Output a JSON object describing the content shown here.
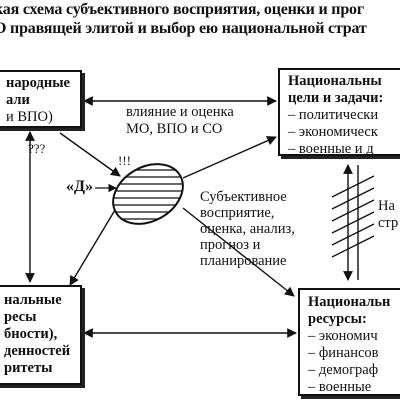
{
  "title": {
    "line1": "кая схема субъективного восприятия, оценки и прог",
    "line2": "О правящей элитой и выбор ею национальной страт"
  },
  "boxes": {
    "top_left": {
      "lines": [
        "народные",
        "али",
        "и ВПО)"
      ]
    },
    "top_right": {
      "heading": [
        "Национальны",
        "цели и задачи:"
      ],
      "items": [
        "– политически",
        "– экономическ",
        "– военные и д"
      ]
    },
    "bottom_left": {
      "lines": [
        "нальные",
        "ресы",
        "бности),",
        "денностей",
        "ритеты"
      ]
    },
    "bottom_right": {
      "heading": [
        "Национальн",
        "ресурсы:"
      ],
      "items": [
        "– экономич",
        "– финансов",
        "– демограф",
        "– военные"
      ]
    }
  },
  "labels": {
    "influence": [
      "влияние и оценка",
      "МО, ВПО и СО"
    ],
    "question": "???",
    "exclaim": "!!!",
    "d_mark": "«Д»",
    "subjective": [
      "Субъективное",
      "восприятие,",
      "оценка, анализ,",
      "прогноз и",
      "планирование"
    ],
    "right_mid": [
      "На",
      "стр"
    ]
  }
}
